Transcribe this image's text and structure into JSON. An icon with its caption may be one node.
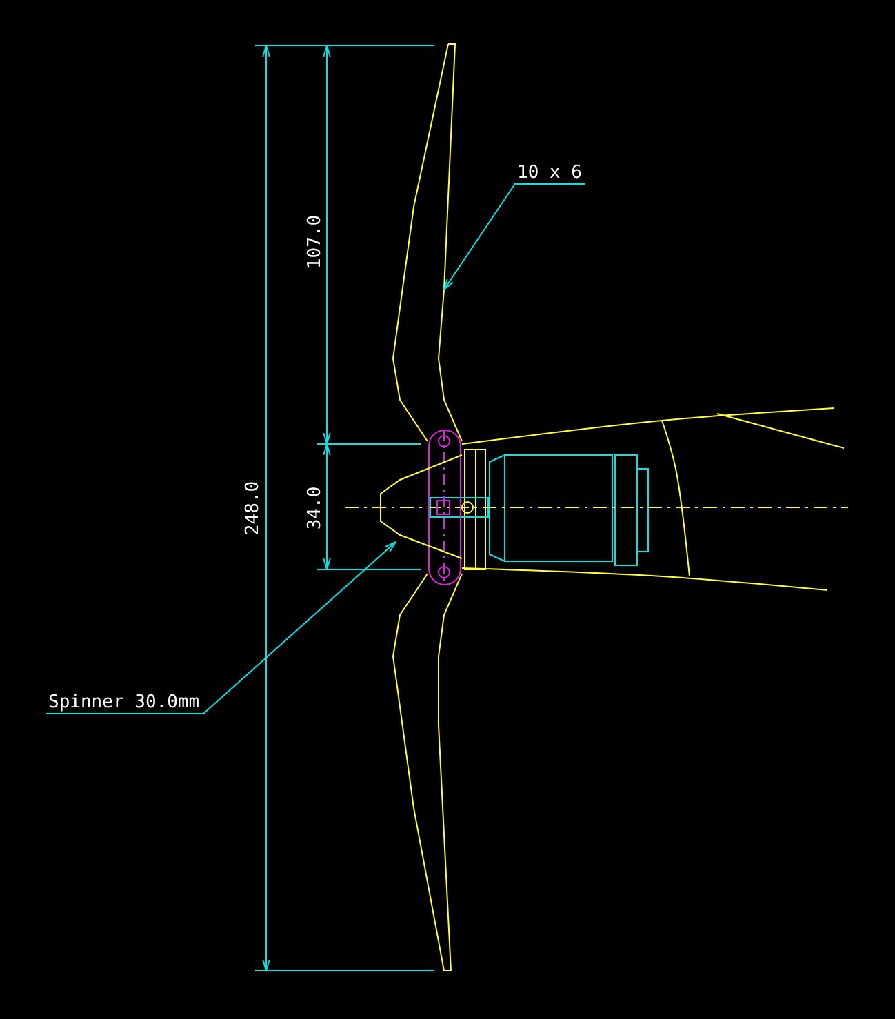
{
  "diagram": {
    "nodes": [
      {
        "text": [
          "10 x 6"
        ]
      },
      {
        "text": [],
        "shape": "picture"
      },
      {
        "text": [
          "Spinner 30.0mm"
        ]
      },
      {
        "text": [],
        "shape": "picture"
      }
    ],
    "edges": [
      {
        "from": 0,
        "to": 1,
        "arrow": "to"
      },
      {
        "from": 2,
        "to": 3,
        "arrow": "to"
      }
    ],
    "labels": [
      "107.0",
      "34.0",
      "248.0"
    ]
  }
}
